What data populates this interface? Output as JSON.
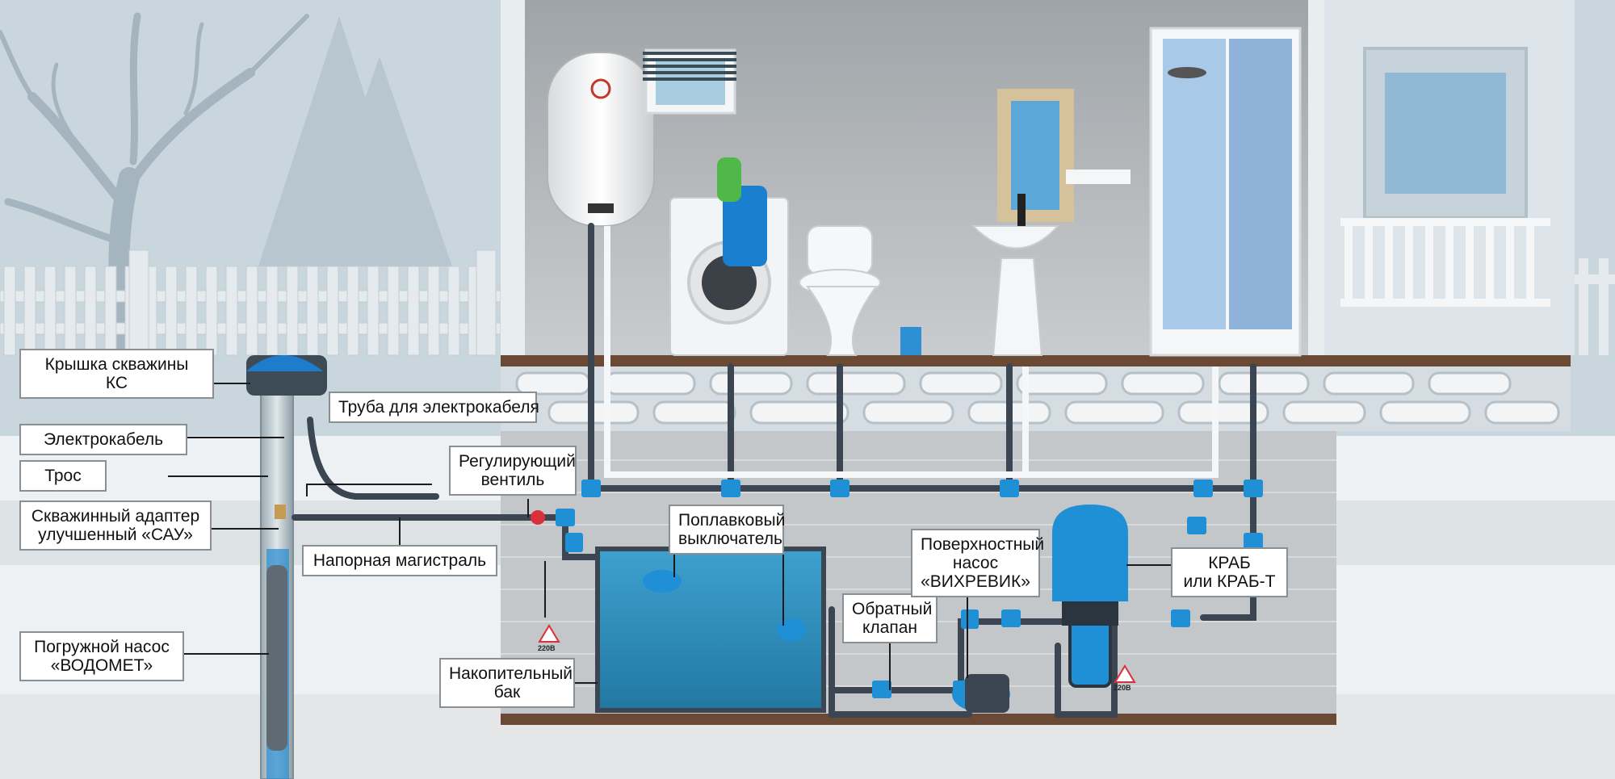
{
  "labels": {
    "well_cap": [
      "Крышка скважины",
      "КС"
    ],
    "electric_cable": [
      "Электрокабель"
    ],
    "rope": [
      "Трос"
    ],
    "well_adapter": [
      "Скважинный адаптер",
      "улучшенный «САУ»"
    ],
    "cable_pipe": [
      "Труба для электрокабеля"
    ],
    "control_valve": [
      "Регулирующий",
      "вентиль"
    ],
    "pressure_main": [
      "Напорная магистраль"
    ],
    "submersible_pump": [
      "Погружной насос",
      "«ВОДОМЕТ»"
    ],
    "float_switch": [
      "Поплавковый",
      "выключатель"
    ],
    "storage_tank": [
      "Накопительный",
      "бак"
    ],
    "check_valve": [
      "Обратный",
      "клапан"
    ],
    "surface_pump": [
      "Поверхностный",
      "насос",
      "«ВИХРЕВИК»"
    ],
    "krab": [
      "КРАБ",
      "или КРАБ-Т"
    ]
  },
  "voltage_marks": [
    "220В",
    "220В"
  ],
  "colors": {
    "pipe_blue": "#1f8fd6",
    "pipe_dark": "#3b4652",
    "water": "#1e8fc4",
    "wall": "#b9bcc0",
    "floor": "#6b4a35",
    "snow": "#eef1f3",
    "sky": "#c9d6de"
  }
}
